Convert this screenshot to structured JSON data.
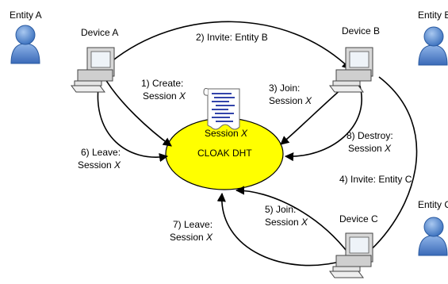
{
  "entities": {
    "a": "Entity A",
    "b": "Entity B",
    "c": "Entity C"
  },
  "devices": {
    "a": "Device A",
    "b": "Device B",
    "c": "Device C"
  },
  "dht": {
    "session_label": "Session",
    "session_var": "X",
    "name": "CLOAK DHT"
  },
  "steps": {
    "create": {
      "line1": "1) Create:",
      "line2": "Session",
      "var": "X"
    },
    "invite_b": {
      "text": "2) Invite: Entity B"
    },
    "join_b": {
      "line1": "3) Join:",
      "line2": "Session",
      "var": "X"
    },
    "invite_c": {
      "text": "4) Invite: Entity C"
    },
    "join_c": {
      "line1": "5) Join:",
      "line2": "Session",
      "var": "X"
    },
    "leave_a": {
      "line1": "6) Leave:",
      "line2": "Session",
      "var": "X"
    },
    "leave_c": {
      "line1": "7) Leave:",
      "line2": "Session",
      "var": "X"
    },
    "destroy": {
      "line1": "8) Destroy:",
      "line2": "Session",
      "var": "X"
    }
  },
  "colors": {
    "dht_fill": "#ffff00",
    "person_fill": "#5b8fd6",
    "document_lines": "#3344aa",
    "arrows": "#000000"
  }
}
